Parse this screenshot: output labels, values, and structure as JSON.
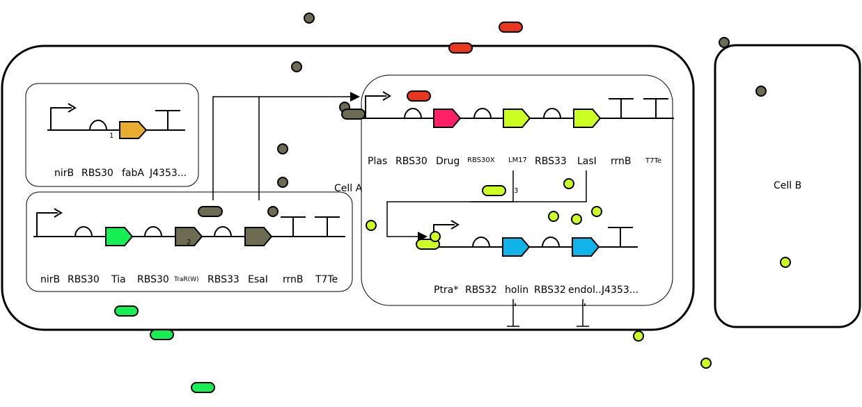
{
  "cells": {
    "cell_a_label": "Cell A",
    "cell_b_label": "Cell B"
  },
  "construct_1": {
    "parts": [
      "nirB",
      "RBS30",
      "fabA",
      "J4353..."
    ],
    "marker": "1"
  },
  "construct_2": {
    "parts": [
      "nirB",
      "RBS30",
      "Tia",
      "RBS30",
      "TraR(W)",
      "RBS33",
      "EsaI",
      "rrnB",
      "T7Te"
    ],
    "marker": "2"
  },
  "construct_3": {
    "parts": [
      "Plas",
      "RBS30",
      "Drug",
      "RBS30X",
      "LM17",
      "RBS33",
      "LasI",
      "rrnB",
      "T7Te"
    ],
    "marker": "3"
  },
  "construct_4": {
    "parts": [
      "Ptra*",
      "RBS32",
      "holin",
      "RBS32",
      "endol...",
      "J4353..."
    ]
  },
  "colors": {
    "fabA": "#e8ac30",
    "tia": "#16ee54",
    "traR": "#6e6b53",
    "esaI": "#6e6b53",
    "drug": "#ff2067",
    "lm17": "#ccff22",
    "lasI": "#ccff22",
    "holin": "#11b4e8",
    "endol": "#11b4e8",
    "red_molecule": "#e8371e",
    "green_molecule": "#16ee54",
    "ahl_dark": "#6e6b53",
    "ahl_lime": "#ccff22"
  }
}
